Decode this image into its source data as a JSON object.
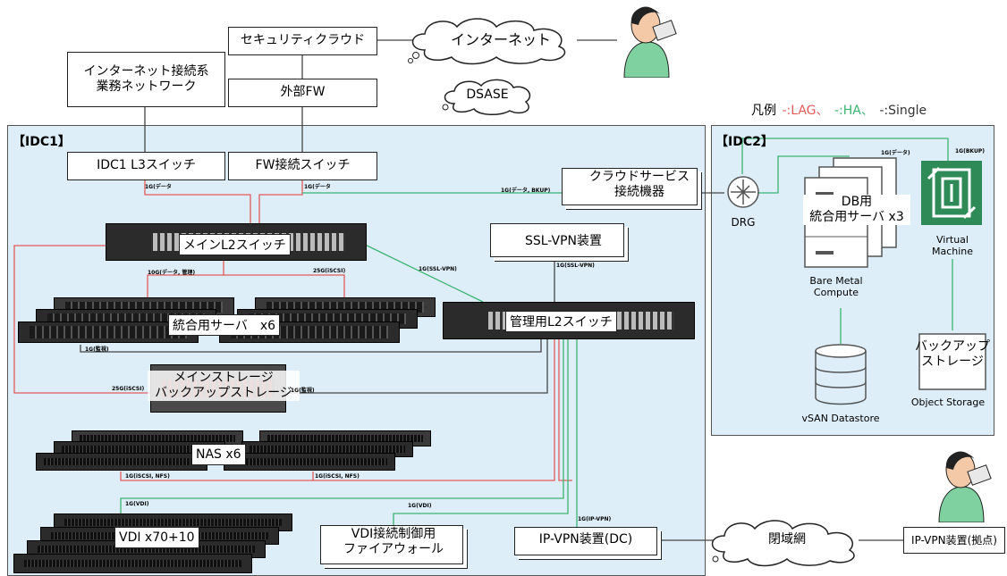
{
  "colors": {
    "lag": "#e15b5b",
    "ha": "#3cb371",
    "single": "#444444",
    "region_bg": "#ddeef8"
  },
  "top": {
    "security_cloud": "セキュリティクラウド",
    "internet": "インターネット",
    "dsase": "DSASE",
    "external_fw": "外部FW",
    "inet_business_network": "インターネット接続系\n業務ネットワーク"
  },
  "legend": {
    "title": "凡例",
    "lag": "-:LAG、",
    "ha": "-:HA、",
    "single": "-:Single"
  },
  "idc1": {
    "label": "【IDC1】",
    "l3_switch": "IDC1 L3スイッチ",
    "fw_switch": "FW接続スイッチ",
    "cloud_equipment": "クラウドサービス\n接続機器",
    "main_l2": "メインL2スイッチ",
    "ssl_vpn": "SSL-VPN装置",
    "mgmt_l2": "管理用L2スイッチ",
    "servers": "統合用サーバ　x6",
    "storage": "メインストレージ\nバックアップストレージ",
    "nas": "NAS x6",
    "vdi": "VDI x70+10",
    "vdi_fw": "VDI接続制御用\nファイアウォール",
    "ipvpn_dc": "IP-VPN装置(DC)",
    "link_labels": {
      "l3_down": "1G(データ",
      "fw_down": "1G(データ",
      "cloud_link": "1G(データ, BKUP)",
      "main_servers": "10G(データ, 管理)",
      "iscsi_25": "25G(iSCSI)",
      "ssl_mgmt": "1G(SSL-VPN)",
      "ssl_down": "1G(SSL-VPN)",
      "servers_mon": "1G(監視)",
      "storage_iscsi": "25G(iSCSI)",
      "storage_mon": "1G(監視)",
      "nas_left": "1G(iSCSI, NFS)",
      "nas_right": "1G(iSCSI, NFS)",
      "vdi_link": "1G(VDI)",
      "vdifw_link": "1G(VDI)",
      "ipvpn_link": "1G(IP-VPN)"
    }
  },
  "idc2": {
    "label": "【IDC2】",
    "drg": "DRG",
    "db_servers": "DB用\n統合用サーバ x3",
    "bare_metal": "Bare Metal\nCompute",
    "virtual_machine": "Virtual\nMachine",
    "vsan": "vSAN Datastore",
    "backup_storage": "バックアップ\nストレージ",
    "object_storage": "Object Storage",
    "link_data": "1G(データ)",
    "link_bkup": "1G(BKUP)"
  },
  "bottom": {
    "closed_network": "閉域網",
    "ipvpn_site": "IP-VPN装置(拠点)"
  }
}
